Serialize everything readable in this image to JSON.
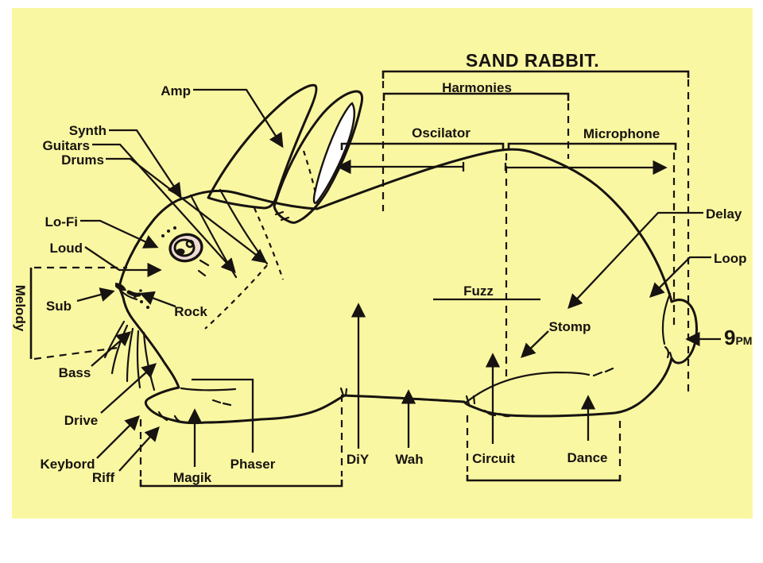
{
  "title": "SAND RABBIT.",
  "colors": {
    "panel": "#faf7a2",
    "body": "#3fdee3",
    "line": "#171310",
    "eye_ring": "#efdad5",
    "eye_inner": "#f8f3ae",
    "ear_inner": "#ffffff"
  },
  "brackets": {
    "harmonies": "Harmonies",
    "oscilator": "Oscilator",
    "microphone": "Microphone",
    "melody": "Melody"
  },
  "labels": {
    "amp": "Amp",
    "synth": "Synth",
    "guitars": "Guitars",
    "drums": "Drums",
    "lofi": "Lo-Fi",
    "loud": "Loud",
    "sub": "Sub",
    "rock": "Rock",
    "bass": "Bass",
    "drive": "Drive",
    "keybord": "Keybord",
    "riff": "Riff",
    "magik": "Magik",
    "phaser": "Phaser",
    "diy": "DiY",
    "wah": "Wah",
    "fuzz": "Fuzz",
    "stomp": "Stomp",
    "circuit": "Circuit",
    "dance": "Dance",
    "delay": "Delay",
    "loop": "Loop",
    "ninepm_big": "9",
    "ninepm_small": "PM"
  }
}
